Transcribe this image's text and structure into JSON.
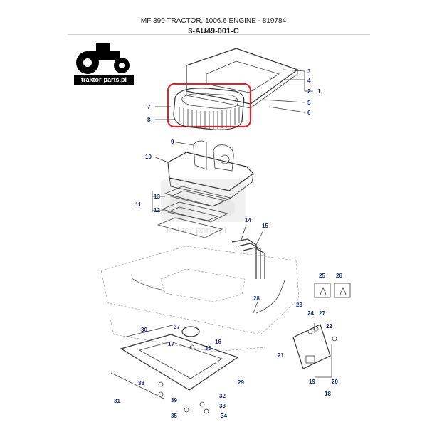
{
  "header": {
    "line1": "MF 399 TRACTOR, 1006.6 ENGINE - 819784",
    "line2": "3-AU49-001-C"
  },
  "logo": {
    "text": "traktor-parts.pl"
  },
  "watermark": {
    "text": "traktor-parts.pl"
  },
  "highlight_color": "#d9252b",
  "callout_color": "#1f2a7a",
  "callouts": {
    "c1": "1",
    "c2": "2",
    "c3": "3",
    "c4": "4",
    "c5": "5",
    "c6": "6",
    "c7": "7",
    "c8": "8",
    "c9": "9",
    "c10": "10",
    "c11": "11",
    "c12": "12",
    "c13": "13",
    "c14": "14",
    "c15": "15",
    "c16": "16",
    "c17": "17",
    "c18": "18",
    "c19": "19",
    "c20": "20",
    "c21": "21",
    "c22": "22",
    "c23": "23",
    "c24": "24",
    "c25": "25",
    "c26": "26",
    "c27": "27",
    "c28": "28",
    "c29": "29",
    "c30": "30",
    "c31": "31",
    "c32": "32",
    "c33": "33",
    "c34": "34",
    "c35": "35",
    "c36": "36",
    "c37": "37",
    "c38": "38",
    "c39": "39"
  }
}
